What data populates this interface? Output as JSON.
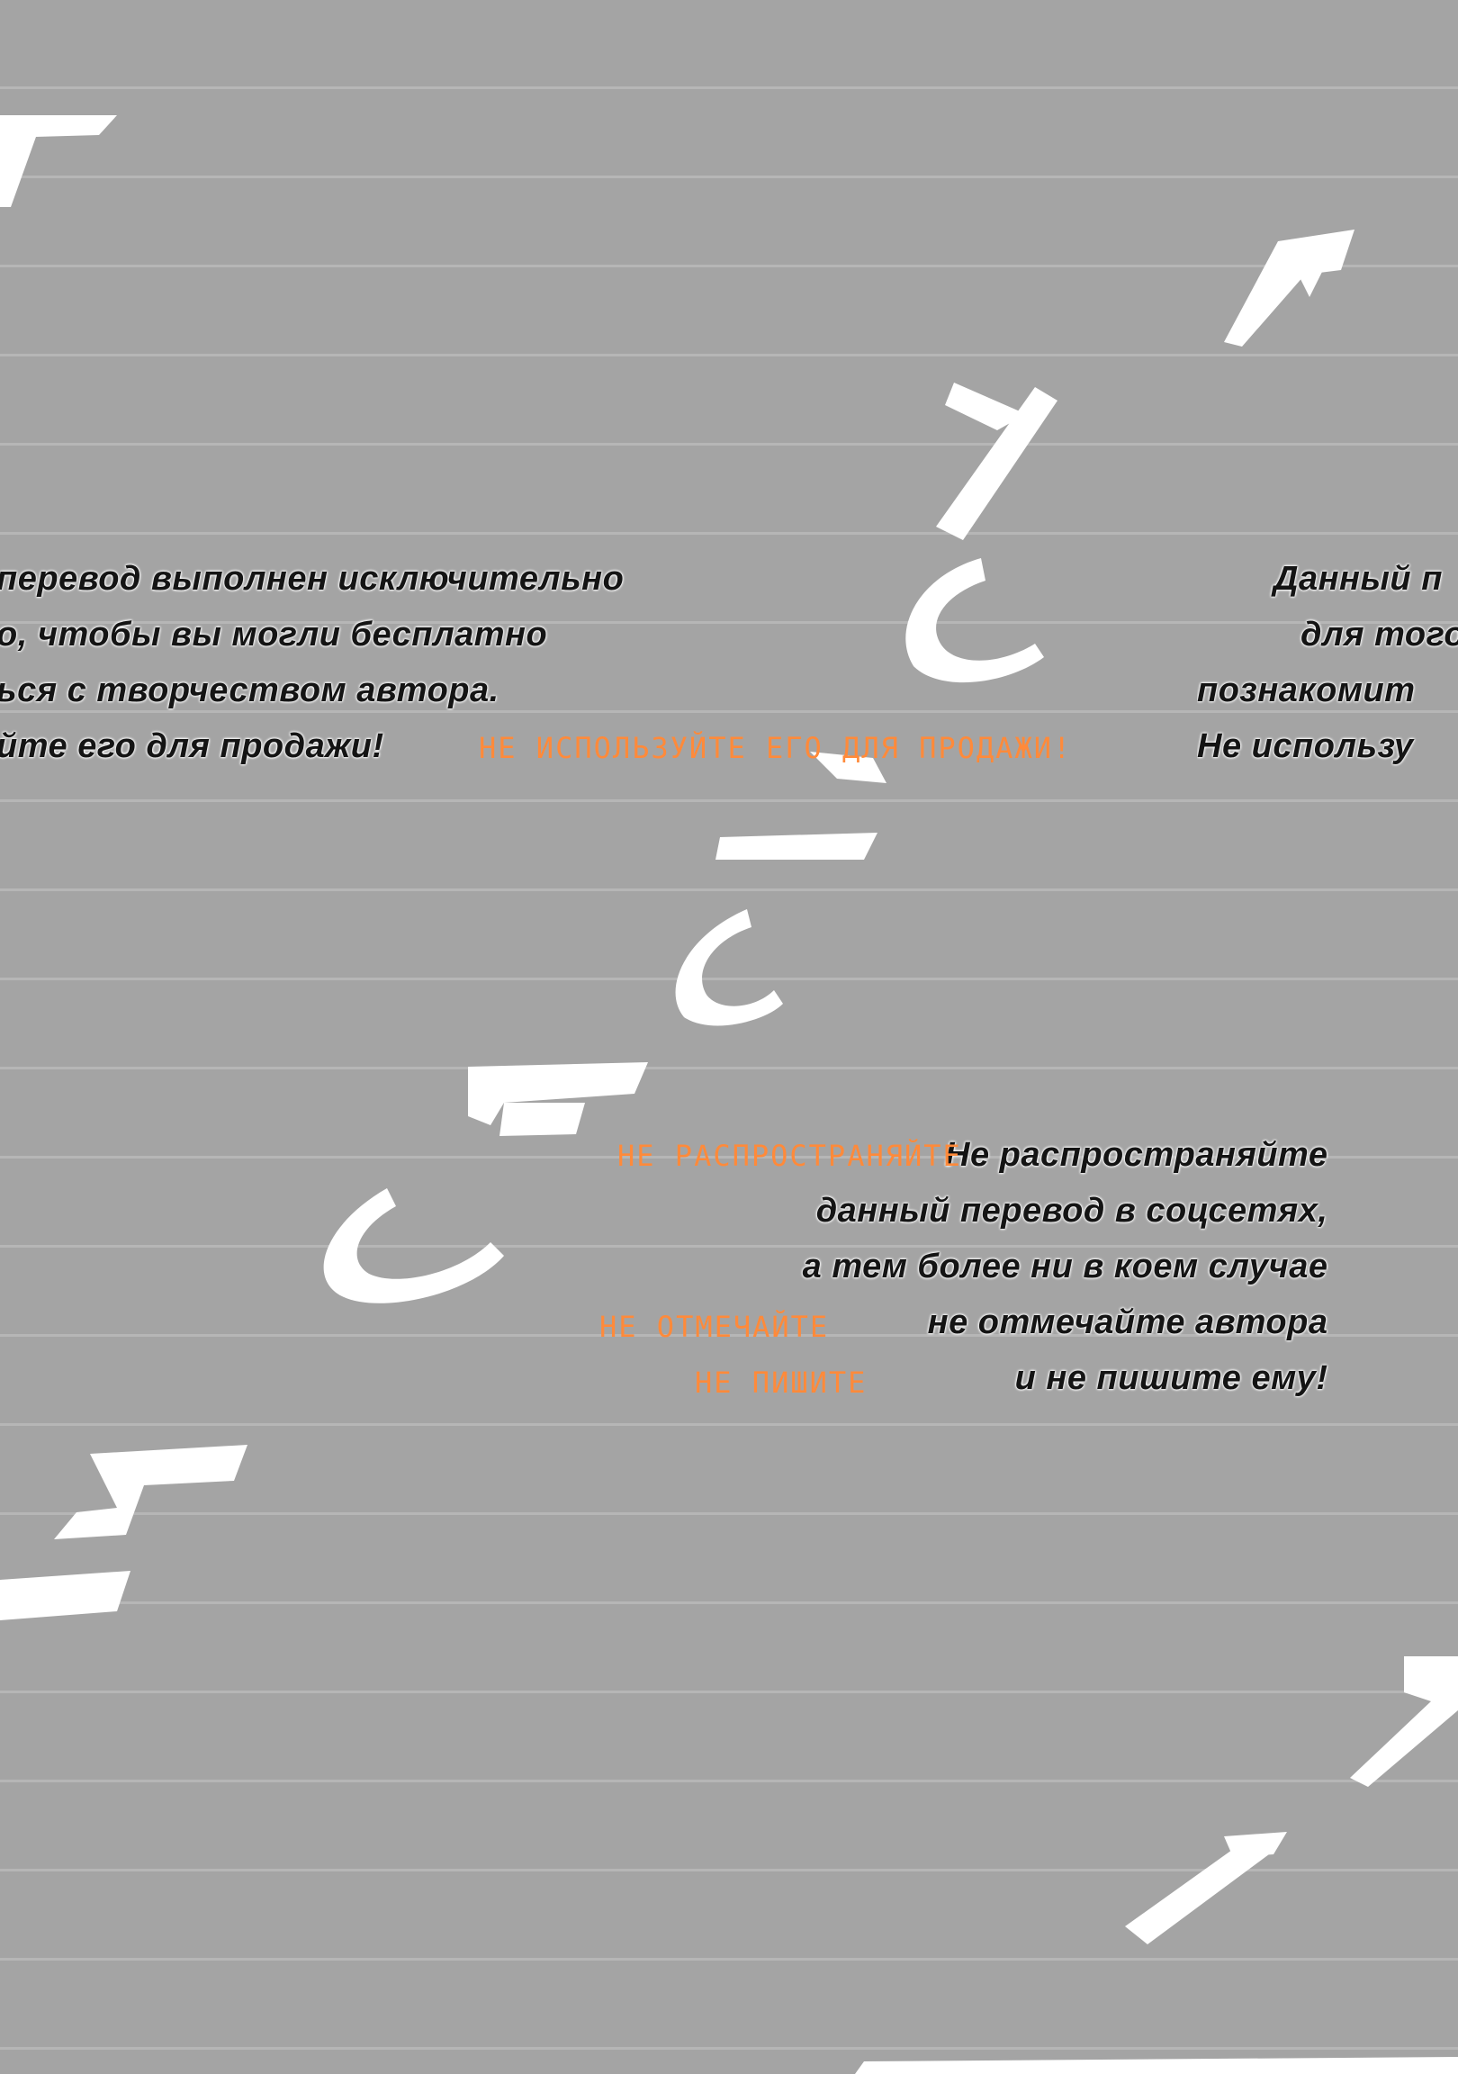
{
  "left_notice": {
    "lines": [
      "перевод выполнен исключительно",
      "о, чтобы вы могли бесплатно",
      "ься с творчеством автора.",
      "йте его для продажи!"
    ]
  },
  "right_notice": {
    "lines": [
      "Данный п",
      "для того,",
      "познакомит",
      "Не использу"
    ]
  },
  "bottom_notice": {
    "lines": [
      "Не распространяйте",
      "данный перевод в соцсетях,",
      "а тем более ни в коем случае",
      "не отмечайте автора",
      "и не пишите ему!"
    ]
  },
  "highlights": {
    "sale": "НЕ ИСПОЛЬЗУЙТЕ ЕГО ДЛЯ ПРОДАЖИ!",
    "spread": "НЕ РАСПРОСТРАНЯЙТЕ",
    "tag": "НЕ ОТМЕЧАЙТЕ",
    "write": "НЕ ПИШИТЕ"
  },
  "colors": {
    "background": "#a4a4a4",
    "highlight": "#ff8a3a",
    "decorative": "#ffffff"
  }
}
